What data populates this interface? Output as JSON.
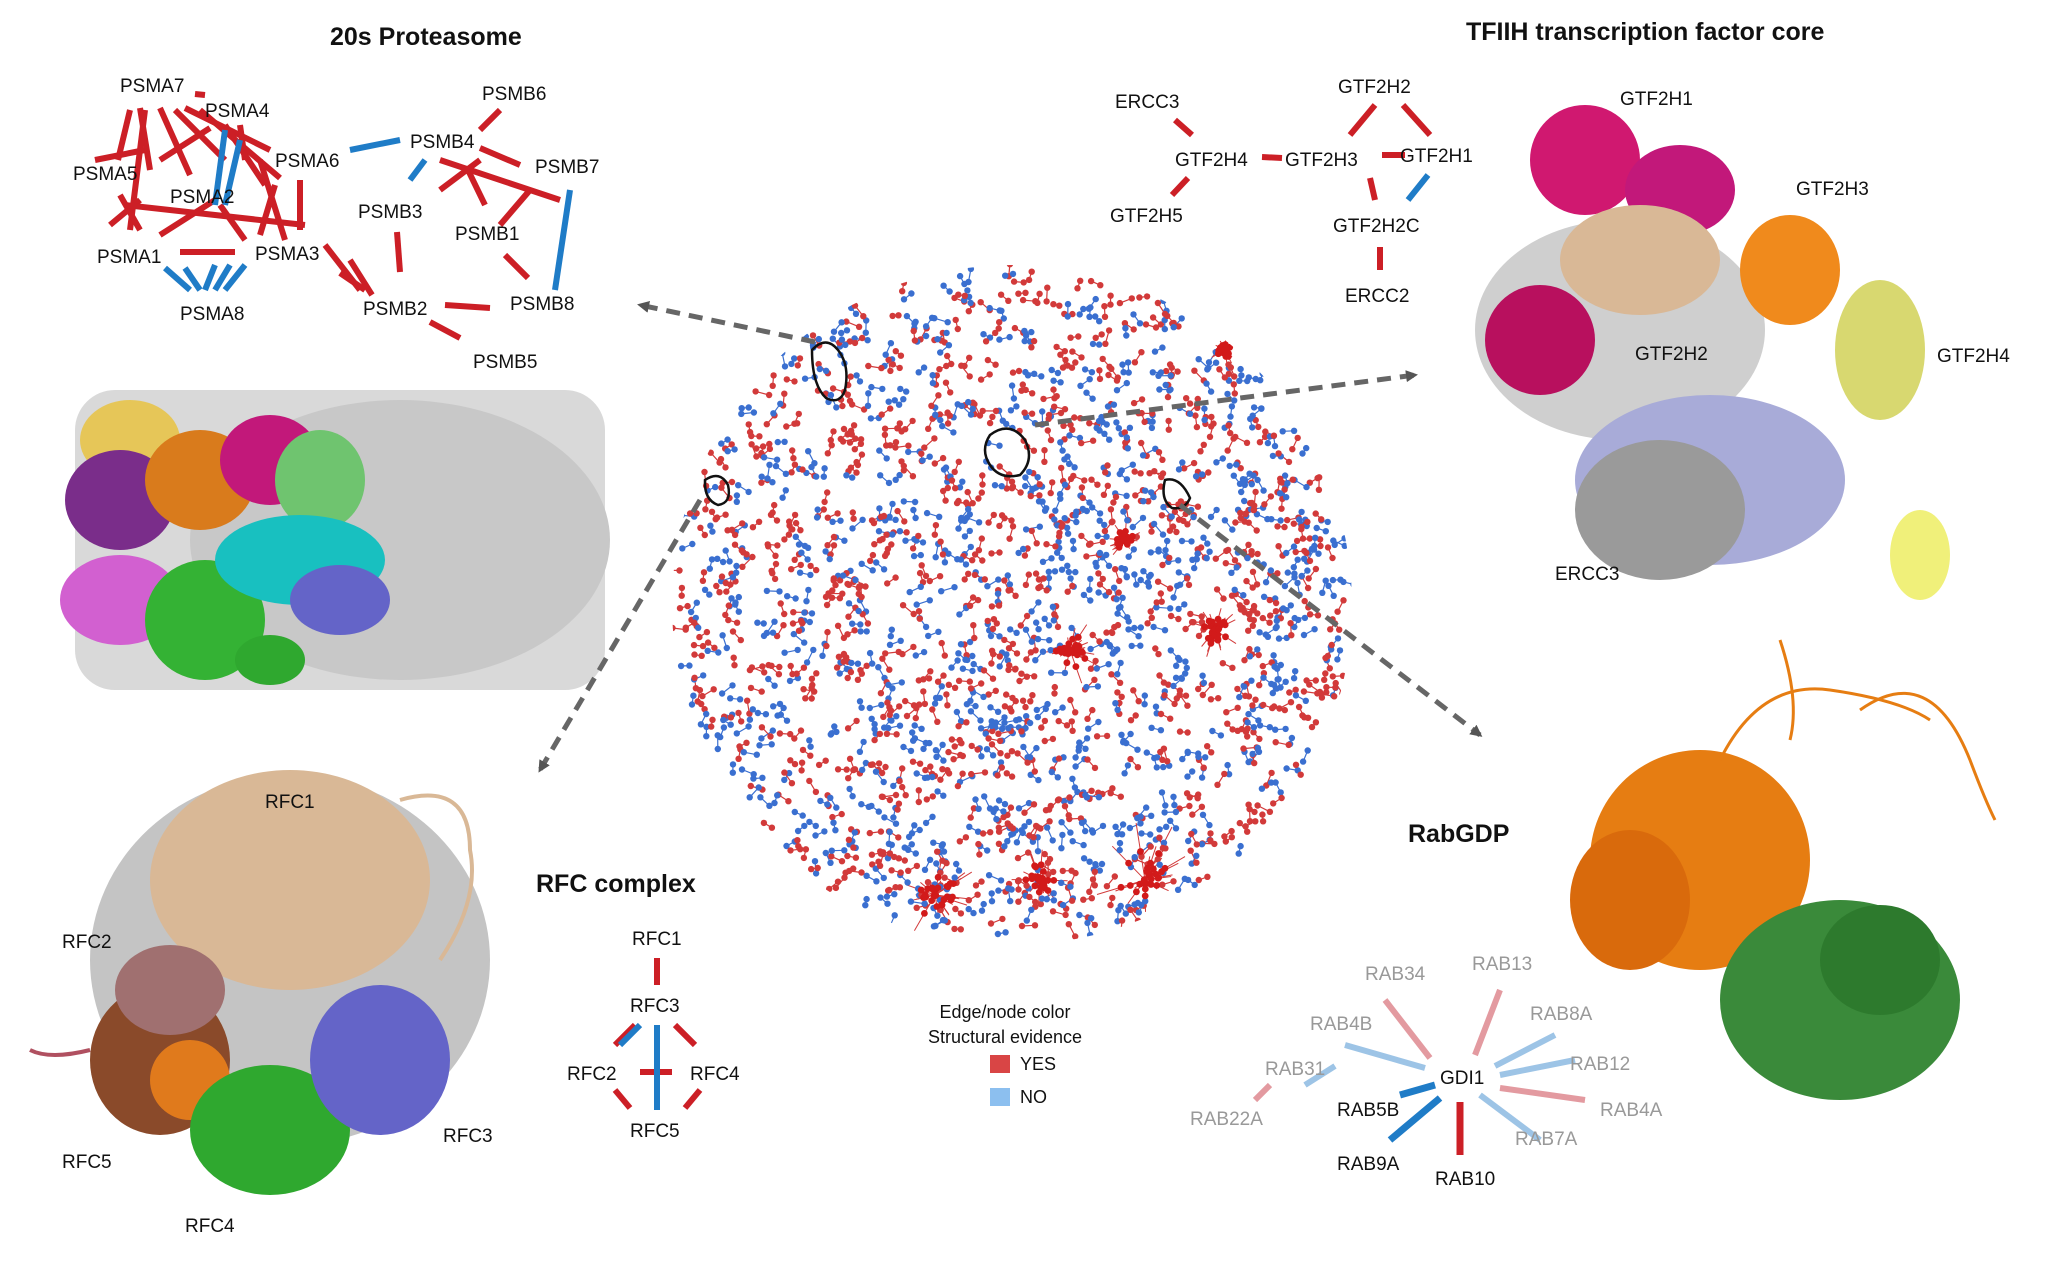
{
  "colors": {
    "yes": "#cc1f26",
    "no": "#1f7cc7",
    "yes_faint": "#e39aa0",
    "no_faint": "#9dc4e6",
    "arrow": "#666666"
  },
  "titles": {
    "proteasome": "20s Proteasome",
    "tfiih": "TFIIH transcription factor core",
    "rfc": "RFC complex",
    "rabgdp": "RabGDP"
  },
  "legend": {
    "title_1": "Edge/node color",
    "title_2": "Structural evidence",
    "yes": "YES",
    "no": "NO"
  },
  "proteasome": {
    "labels": [
      "PSMA7",
      "PSMA4",
      "PSMA6",
      "PSMA5",
      "PSMA2",
      "PSMA1",
      "PSMA3",
      "PSMA8",
      "PSMB6",
      "PSMB4",
      "PSMB7",
      "PSMB3",
      "PSMB1",
      "PSMB2",
      "PSMB8",
      "PSMB5"
    ]
  },
  "tfiih": {
    "labels": [
      "ERCC3",
      "GTF2H4",
      "GTF2H5",
      "GTF2H2",
      "GTF2H3",
      "GTF2H1",
      "GTF2H2C",
      "ERCC2"
    ],
    "structure_labels": [
      "GTF2H1",
      "GTF2H3",
      "GTF2H2",
      "GTF2H4",
      "ERCC3"
    ]
  },
  "rfc": {
    "labels": [
      "RFC1",
      "RFC3",
      "RFC2",
      "RFC4",
      "RFC5"
    ],
    "structure_labels": [
      "RFC1",
      "RFC2",
      "RFC5",
      "RFC4",
      "RFC3"
    ]
  },
  "rabgdp": {
    "center": "GDI1",
    "partners": [
      {
        "name": "RAB34",
        "evidence": "YES",
        "strong": false
      },
      {
        "name": "RAB13",
        "evidence": "YES",
        "strong": false
      },
      {
        "name": "RAB4B",
        "evidence": "NO",
        "strong": false
      },
      {
        "name": "RAB8A",
        "evidence": "NO",
        "strong": false
      },
      {
        "name": "RAB31",
        "evidence": "NO",
        "strong": false
      },
      {
        "name": "RAB12",
        "evidence": "NO",
        "strong": false
      },
      {
        "name": "RAB22A",
        "evidence": "YES",
        "strong": false
      },
      {
        "name": "RAB4A",
        "evidence": "YES",
        "strong": false
      },
      {
        "name": "RAB5B",
        "evidence": "NO",
        "strong": true
      },
      {
        "name": "RAB7A",
        "evidence": "NO",
        "strong": false
      },
      {
        "name": "RAB9A",
        "evidence": "NO",
        "strong": true
      },
      {
        "name": "RAB10",
        "evidence": "YES",
        "strong": true
      }
    ]
  }
}
